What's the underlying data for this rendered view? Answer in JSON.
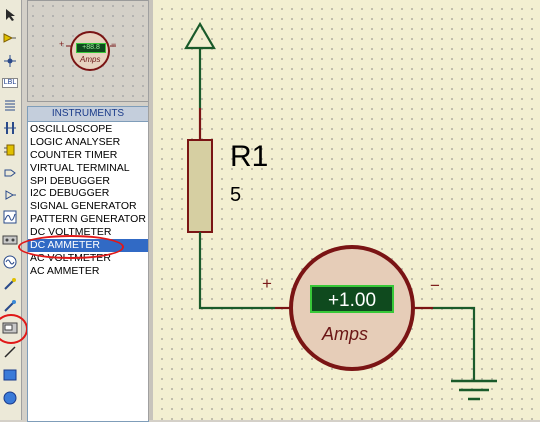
{
  "toolbar": {
    "tools": [
      {
        "icon": "select-arrow-icon"
      },
      {
        "icon": "component-icon"
      },
      {
        "icon": "junction-dot-icon"
      },
      {
        "icon": "wire-label-icon",
        "label": "LBL"
      },
      {
        "icon": "text-script-icon"
      },
      {
        "icon": "bus-icon"
      },
      {
        "icon": "subcircuit-icon"
      },
      {
        "icon": "terminal-icon"
      },
      {
        "icon": "device-pin-icon"
      },
      {
        "icon": "graph-icon"
      },
      {
        "icon": "tape-recorder-icon"
      },
      {
        "icon": "generator-icon"
      },
      {
        "icon": "voltage-probe-icon"
      },
      {
        "icon": "current-probe-icon"
      },
      {
        "icon": "virtual-instruments-icon"
      },
      {
        "icon": "line-icon"
      },
      {
        "icon": "box-icon"
      },
      {
        "icon": "circle-icon"
      }
    ]
  },
  "preview": {
    "symbol_plus": "+",
    "symbol_minus": "−",
    "display": "+88.8",
    "label": "Amps"
  },
  "instruments": {
    "header": "INSTRUMENTS",
    "items": [
      "OSCILLOSCOPE",
      "LOGIC ANALYSER",
      "COUNTER TIMER",
      "VIRTUAL TERMINAL",
      "SPI DEBUGGER",
      "I2C DEBUGGER",
      "SIGNAL GENERATOR",
      "PATTERN GENERATOR",
      "DC VOLTMETER",
      "DC AMMETER",
      "AC VOLTMETER",
      "AC AMMETER"
    ],
    "selected": "DC AMMETER"
  },
  "schematic": {
    "resistor_name": "R1",
    "resistor_value": "5",
    "ammeter_display": "+1.00",
    "ammeter_label": "Amps",
    "plus": "+",
    "minus": "−"
  },
  "colors": {
    "canvas_bg": "#f3efd1",
    "wire": "#7a1414",
    "power_wire": "#1a5a2a",
    "selection": "#316ac5",
    "annotation": "#e01818"
  }
}
